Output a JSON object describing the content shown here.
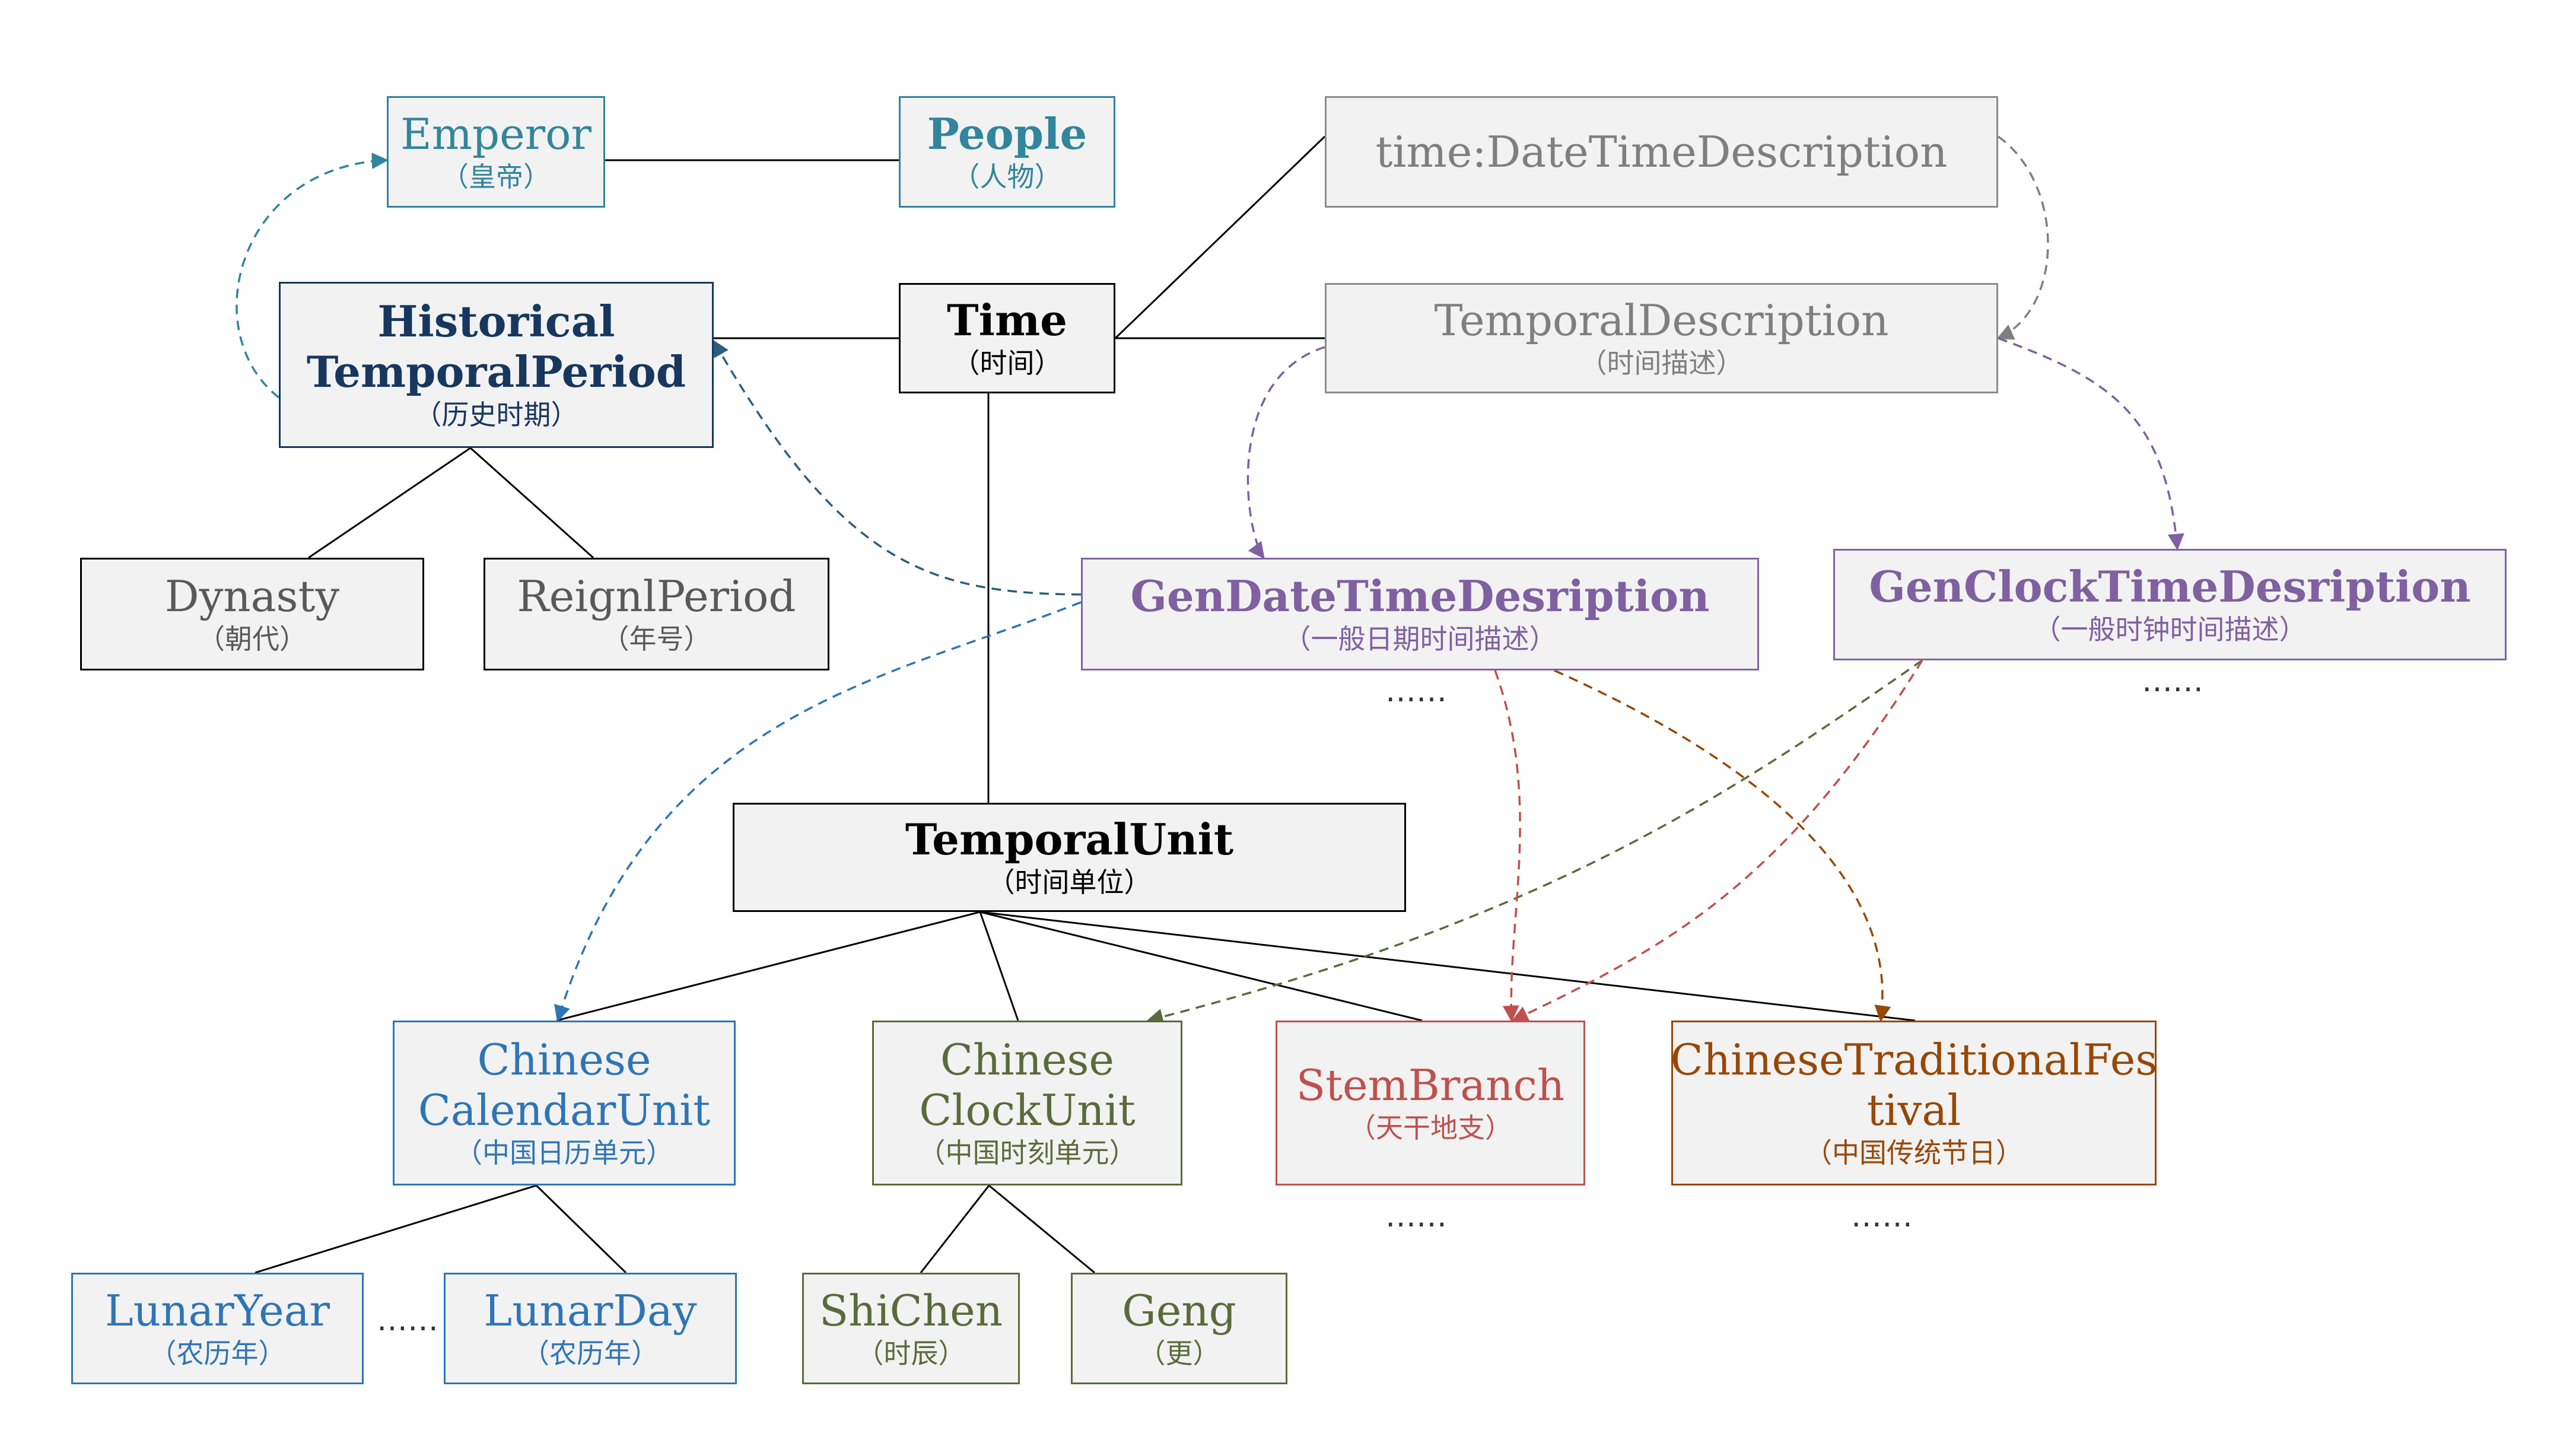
{
  "colors": {
    "black": "#000000",
    "teal": "#31859c",
    "navy": "#17375e",
    "gray": "#7f7f7f",
    "purple": "#7f60a0",
    "blue": "#2e75b6",
    "olive": "#5a6b3a",
    "red": "#c0504d",
    "brown": "#974806",
    "box_bg": "#f2f2f2"
  },
  "nodes": {
    "emperor": {
      "en": "Emperor",
      "zh": "（皇帝）"
    },
    "people": {
      "en": "People",
      "zh": "（人物）"
    },
    "datetime_desc": {
      "en": "time:DateTimeDescription"
    },
    "historical": {
      "en_line1": "Historical",
      "en_line2": "TemporalPeriod",
      "zh": "（历史时期）"
    },
    "time": {
      "en": "Time",
      "zh": "（时间）"
    },
    "temporal_desc": {
      "en": "TemporalDescription",
      "zh": "（时间描述）"
    },
    "dynasty": {
      "en": "Dynasty",
      "zh": "（朝代）"
    },
    "reign": {
      "en": "ReignlPeriod",
      "zh": "（年号）"
    },
    "gen_date": {
      "en": "GenDateTimeDesription",
      "zh": "（一般日期时间描述）"
    },
    "gen_clock": {
      "en": "GenClockTimeDesription",
      "zh": "（一般时钟时间描述）"
    },
    "temporal_unit": {
      "en": "TemporalUnit",
      "zh": "（时间单位）"
    },
    "calendar_unit": {
      "en_line1": "Chinese",
      "en_line2": "CalendarUnit",
      "zh": "（中国日历单元）"
    },
    "clock_unit": {
      "en_line1": "Chinese",
      "en_line2": "ClockUnit",
      "zh": "（中国时刻单元）"
    },
    "stem_branch": {
      "en": "StemBranch",
      "zh": "（天干地支）"
    },
    "festival": {
      "en_line1": "ChineseTraditionalFes",
      "en_line2": "tival",
      "zh": "（中国传统节日）"
    },
    "lunar_year": {
      "en": "LunarYear",
      "zh": "（农历年）"
    },
    "lunar_day": {
      "en": "LunarDay",
      "zh": "（农历年）"
    },
    "shichen": {
      "en": "ShiChen",
      "zh": "（时辰）"
    },
    "geng": {
      "en": "Geng",
      "zh": "（更）"
    }
  },
  "ellipsis": "……"
}
